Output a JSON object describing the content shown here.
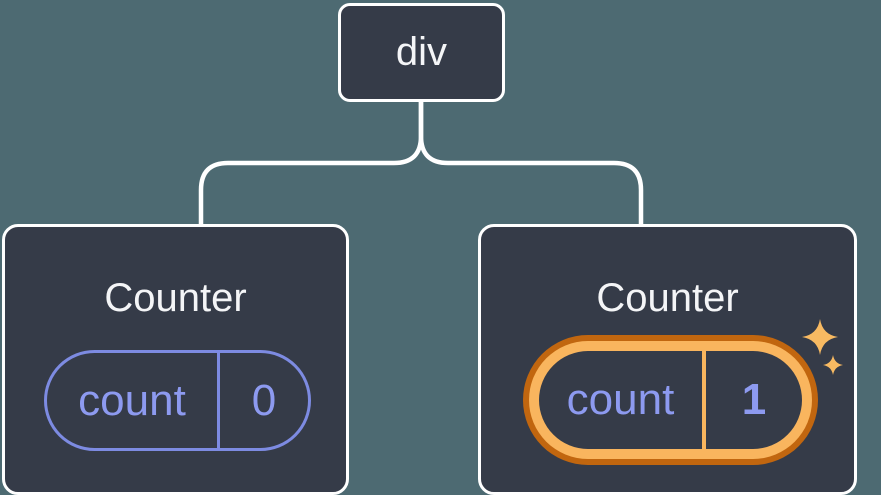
{
  "diagram": {
    "background": "#4d6a72",
    "colors": {
      "background": "#4d6a72",
      "node_fill": "#353b48",
      "node_border": "#ffffff",
      "connector": "#ffffff",
      "title_text": "#f4f5f7",
      "purple_border": "#7d8be2",
      "purple_text": "#8d9af0",
      "orange_dark": "#c1660f",
      "orange_light": "#f9b55e",
      "sparkle": "#f8ba62"
    },
    "root_node": {
      "label": "div"
    },
    "children": [
      {
        "title": "Counter",
        "state": {
          "key": "count",
          "value": "0"
        },
        "highlighted": false
      },
      {
        "title": "Counter",
        "state": {
          "key": "count",
          "value": "1"
        },
        "highlighted": true,
        "icon": "sparkles-icon"
      }
    ]
  }
}
